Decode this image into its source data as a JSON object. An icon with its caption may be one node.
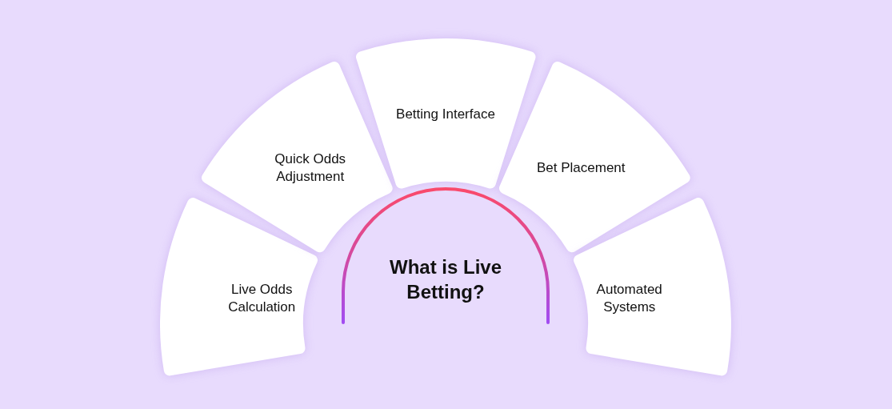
{
  "diagram": {
    "nodes": [
      {
        "text": [
          "What is Live Betting?"
        ]
      },
      {
        "text": [
          "Live Odds Calculation"
        ]
      },
      {
        "text": [
          "Quick Odds Adjustment"
        ]
      },
      {
        "text": [
          "Betting Interface"
        ]
      },
      {
        "text": [
          "Bet Placement"
        ]
      },
      {
        "text": [
          "Automated Systems"
        ]
      }
    ]
  }
}
